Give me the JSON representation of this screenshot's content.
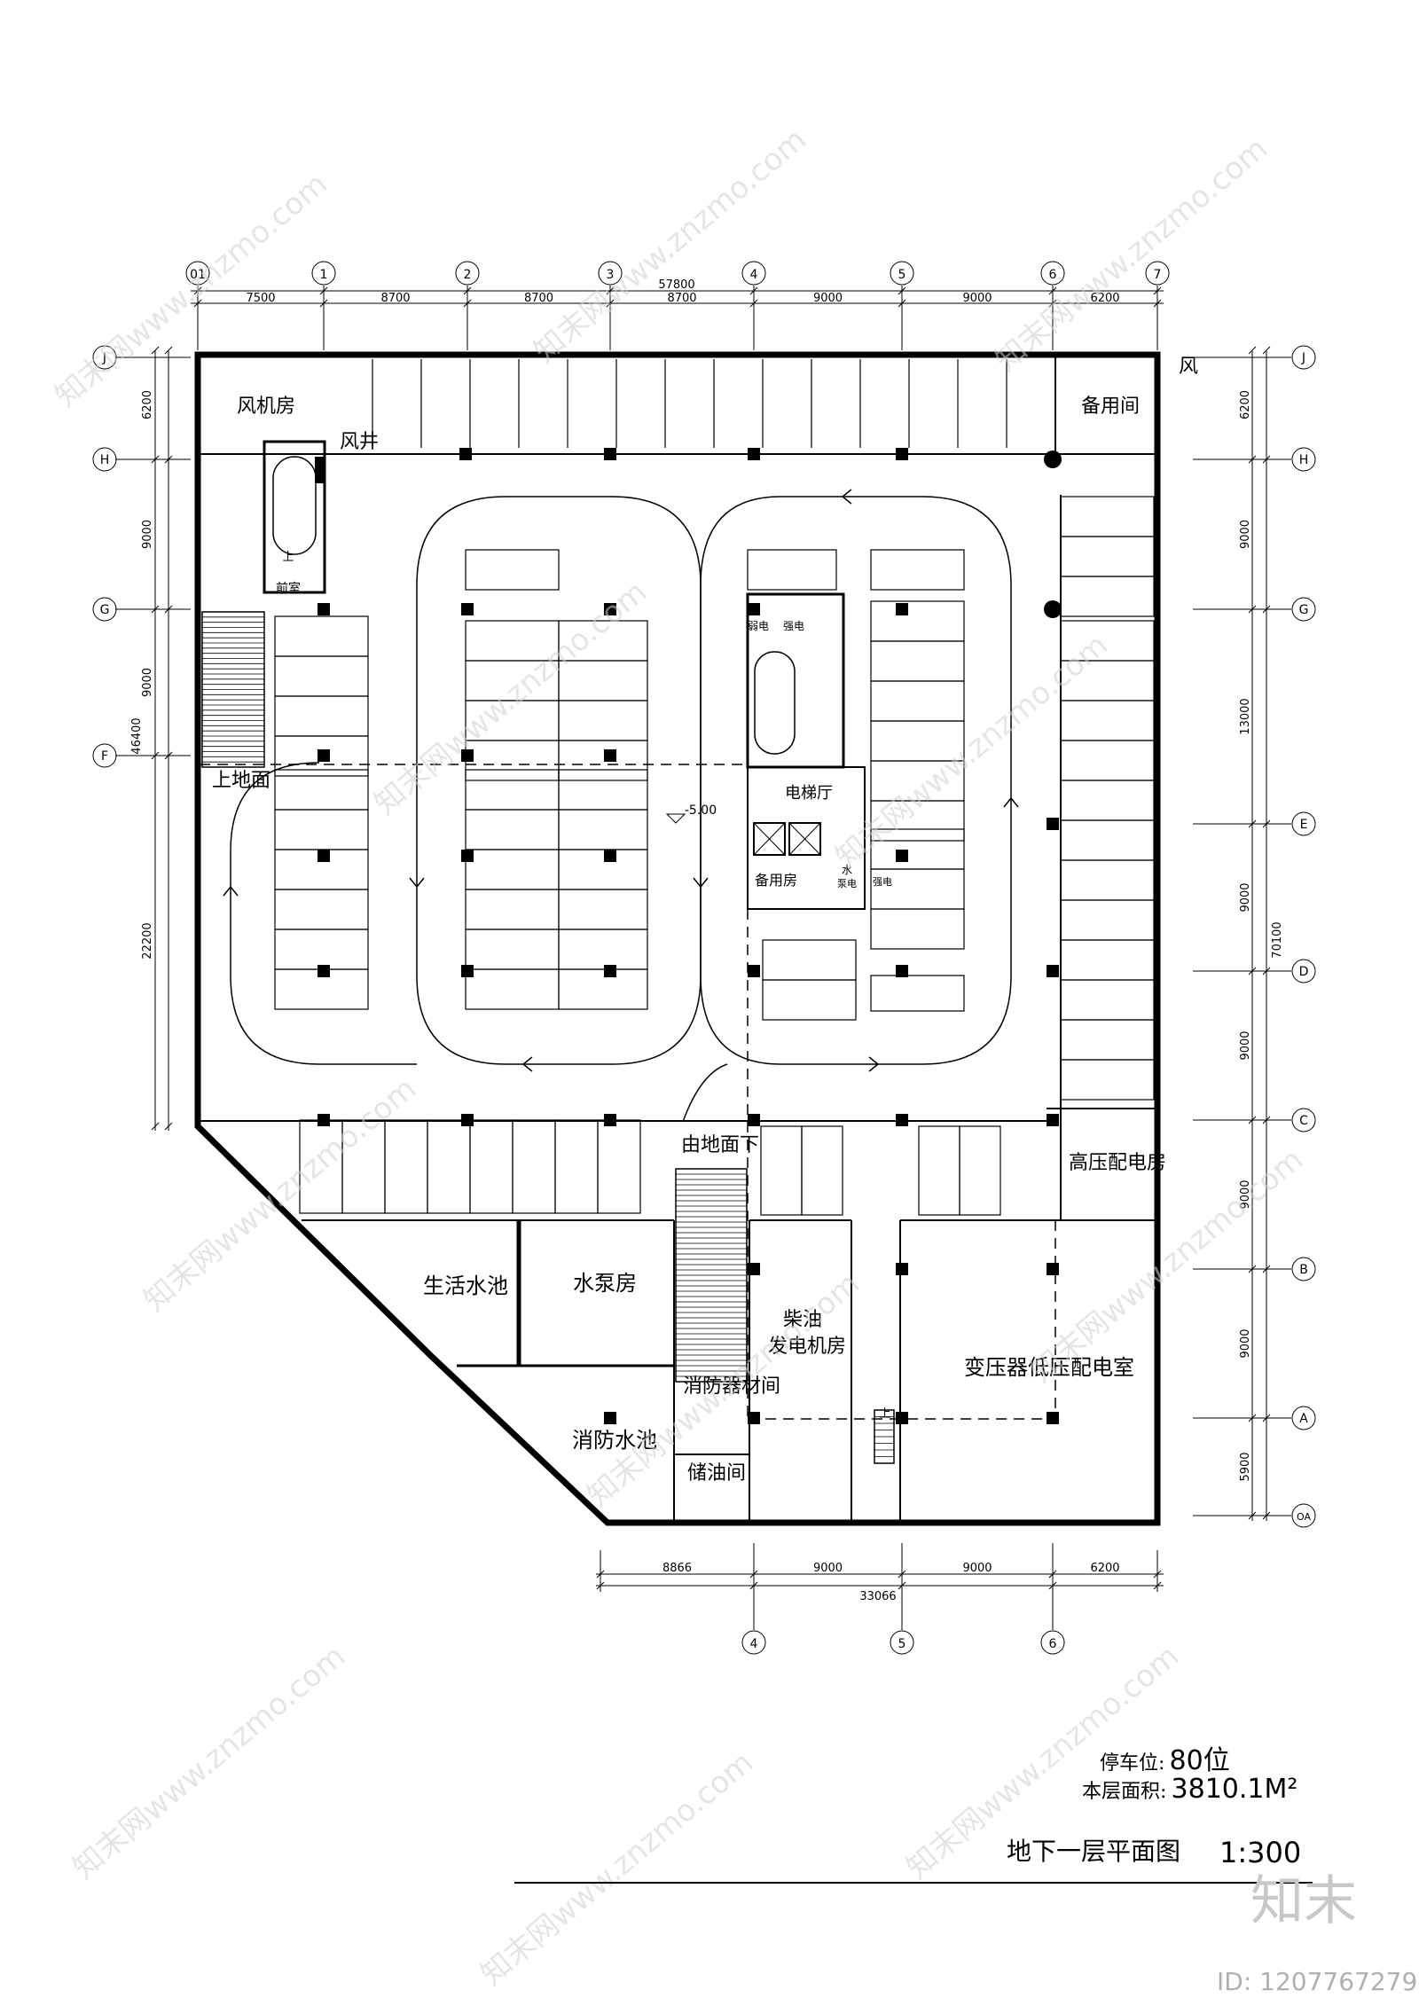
{
  "drawing": {
    "title": "地下一层平面图",
    "scale": "1:300",
    "level_mark": "-5.00"
  },
  "summary": {
    "parking_label": "停车位:",
    "parking_value": "80位",
    "area_label": "本层面积:",
    "area_value": "3810.1M²"
  },
  "grid": {
    "columns_top": [
      "01",
      "1",
      "2",
      "3",
      "4",
      "5",
      "6",
      "7"
    ],
    "columns_bottom": [
      "4",
      "5",
      "6"
    ],
    "rows_left": [
      "J",
      "H",
      "G",
      "F"
    ],
    "rows_right": [
      "J",
      "H",
      "G",
      "E",
      "D",
      "C",
      "B",
      "A",
      "OA"
    ]
  },
  "dimensions": {
    "top_total": "57800",
    "top_spans": [
      "7500",
      "8700",
      "8700",
      "8700",
      "9000",
      "9000",
      "6200"
    ],
    "bottom_total": "33066",
    "bottom_spans": [
      "8866",
      "9000",
      "9000",
      "6200"
    ],
    "left_total": "46400",
    "left_spans": [
      "6200",
      "9000",
      "9000",
      "22200"
    ],
    "right_total": "70100",
    "right_spans": [
      "6200",
      "9000",
      "13000",
      "9000",
      "9000",
      "9000",
      "9000",
      "5900"
    ]
  },
  "rooms": {
    "fan_room": "风机房",
    "air_shaft": "风井",
    "spare_room_top": "备用间",
    "air": "风",
    "front_room": "前室",
    "weak_electric": "弱电",
    "strong_electric": "强电",
    "elevator_hall": "电梯厅",
    "spare_room": "备用房",
    "water": "水",
    "pump_elec": "泵电",
    "strong_elec2": "强电",
    "ramp_up": "上地面",
    "ramp_down": "由地面下",
    "hv_room": "高压配电房",
    "domestic_water": "生活水池",
    "pump_room": "水泵房",
    "diesel_line1": "柴油",
    "diesel_line2": "发电机房",
    "fire_equip": "消防器材间",
    "transformer": "变压器低压配电室",
    "fire_pool": "消防水池",
    "oil_store": "储油间",
    "stair_up": "上"
  },
  "watermark": {
    "text": "知末网www.znzmo.com",
    "logo": "知末",
    "id": "ID: 1207767279"
  }
}
